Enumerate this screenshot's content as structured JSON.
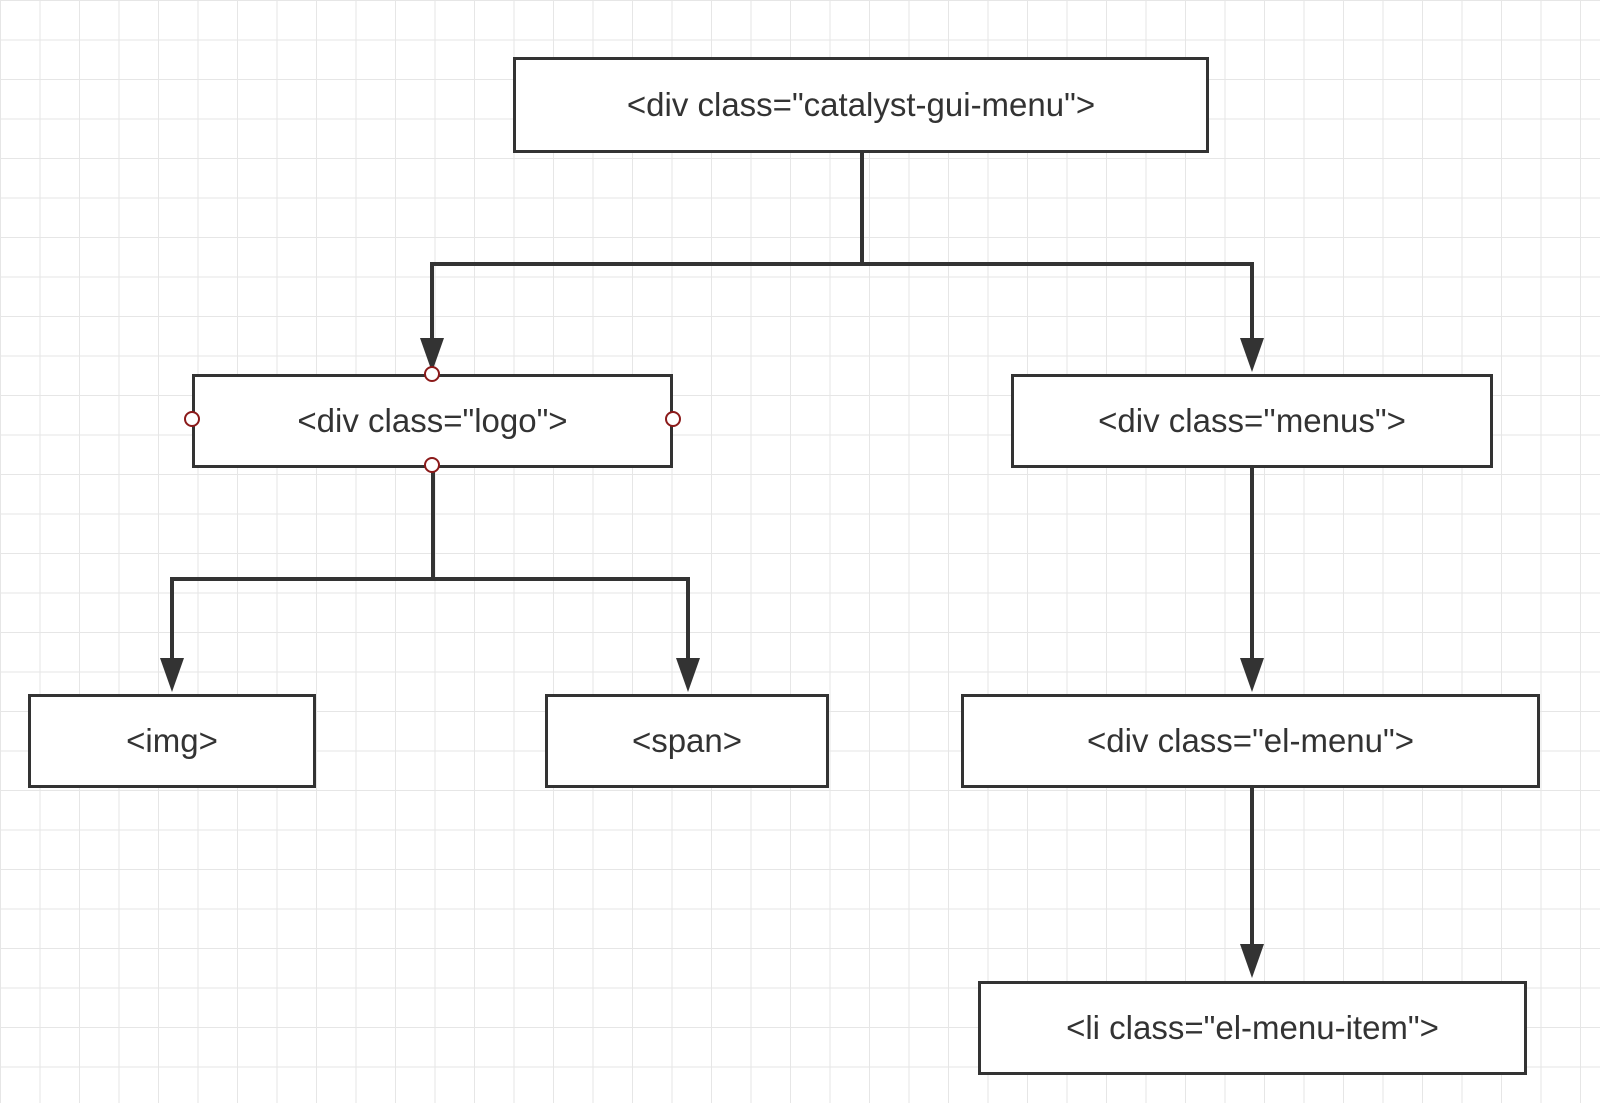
{
  "diagram": {
    "nodes": {
      "root": "<div class=\"catalyst-gui-menu\">",
      "logo": "<div class=\"logo\">",
      "menus": "<div class=''menus\">",
      "img": "<img>",
      "span": "<span>",
      "el_menu": "<div class=\"el-menu\">",
      "el_menu_item": "<li class=\"el-menu-item\">"
    },
    "edges": [
      {
        "from": "root",
        "to": "logo"
      },
      {
        "from": "root",
        "to": "menus"
      },
      {
        "from": "logo",
        "to": "img"
      },
      {
        "from": "logo",
        "to": "span"
      },
      {
        "from": "menus",
        "to": "el_menu"
      },
      {
        "from": "el_menu",
        "to": "el_menu_item"
      }
    ],
    "selected_node": "logo",
    "colors": {
      "stroke": "#333333",
      "grid": "#e6e6e6",
      "selection_handle": "#8b1a1a",
      "background": "#ffffff"
    }
  }
}
